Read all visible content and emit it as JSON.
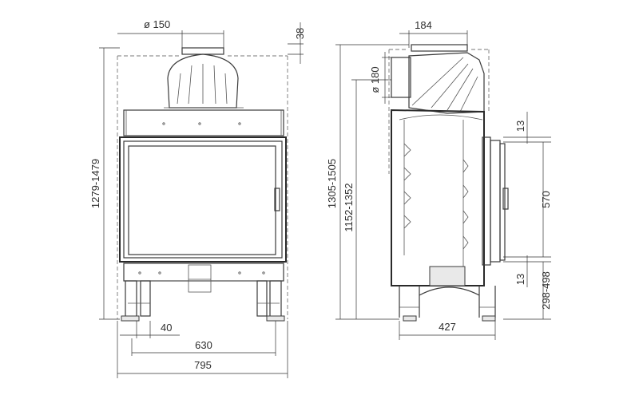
{
  "front_view": {
    "dims": {
      "flue_diameter": "ø 150",
      "top_offset": "38",
      "height_range": "1279-1479",
      "foot_offset": "40",
      "inner_width": "630",
      "total_width": "795"
    }
  },
  "side_view": {
    "dims": {
      "flue_depth": "184",
      "air_diameter": "ø 180",
      "total_height": "1305-1505",
      "height_alt": "1152-1352",
      "door_top_gap": "13",
      "door_height": "570",
      "door_bottom_gap": "13",
      "base_height": "298-498",
      "depth": "427"
    }
  }
}
